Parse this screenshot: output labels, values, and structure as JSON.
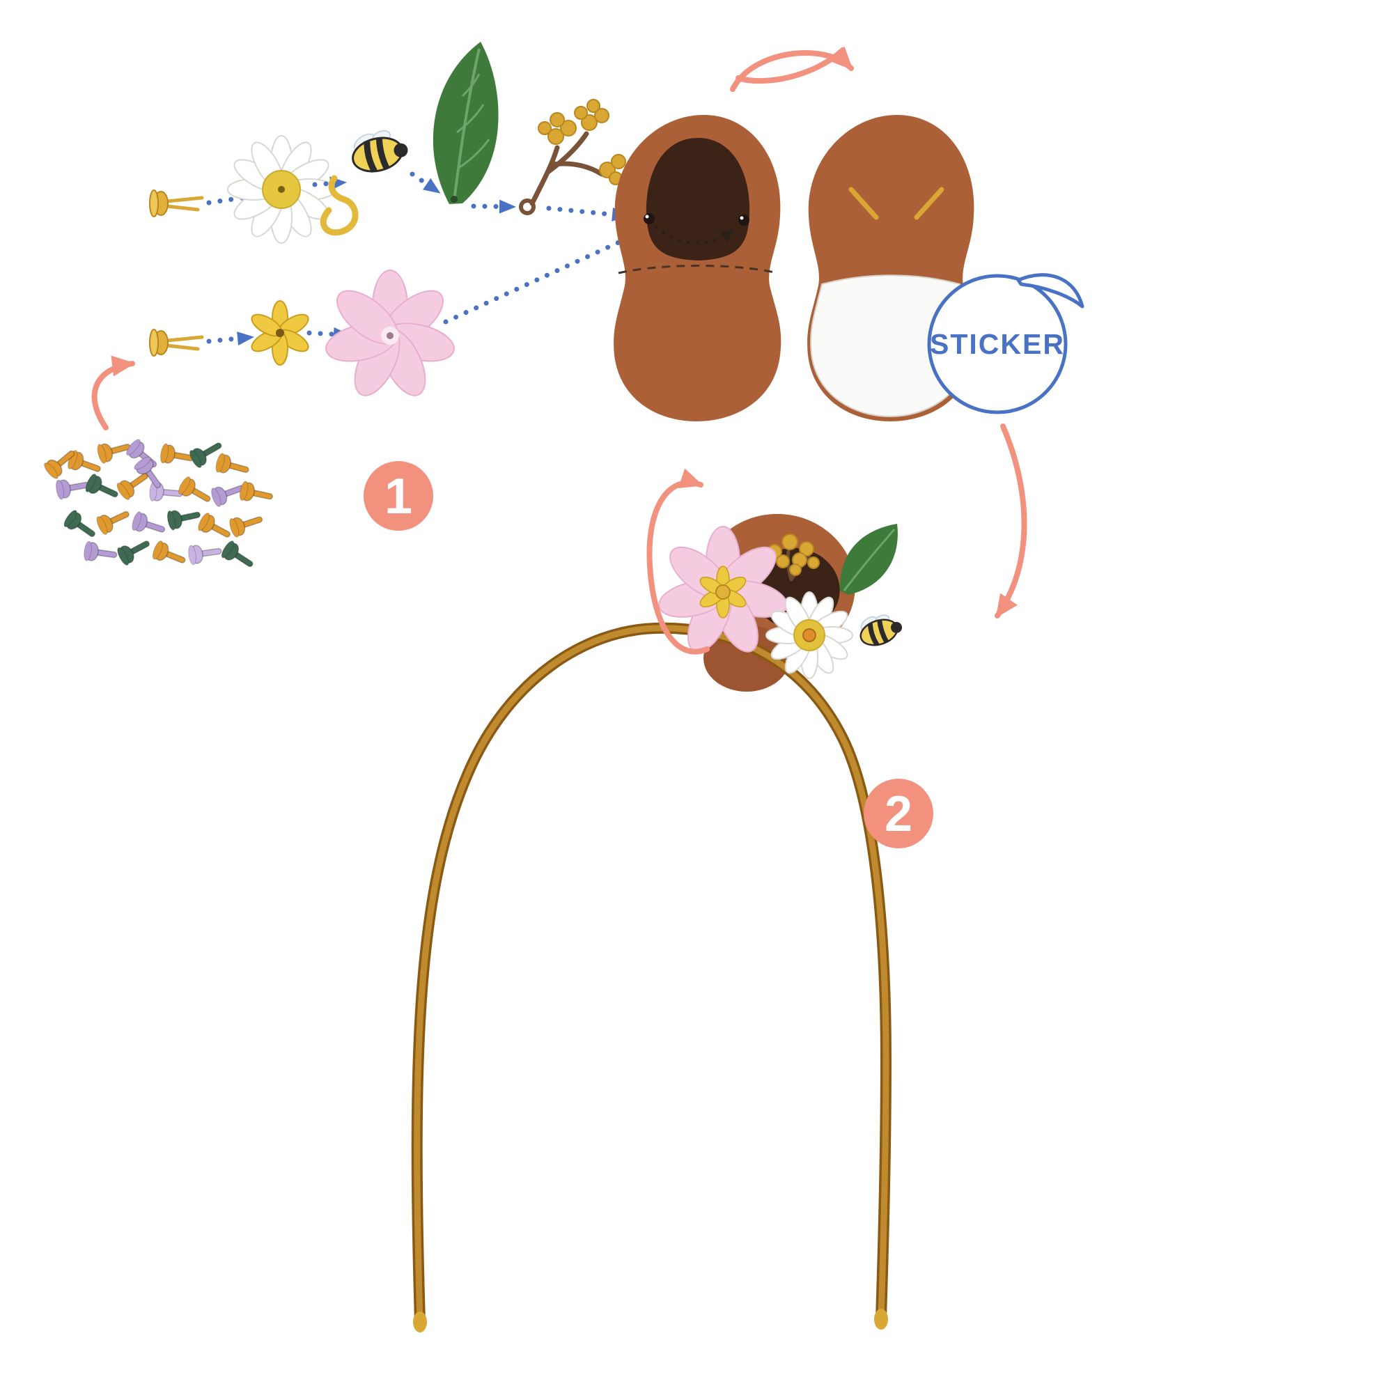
{
  "labels": {
    "step_1": "1",
    "step_2": "2",
    "sticker": "STICKER"
  },
  "colors": {
    "background": "#ffffff",
    "accent_coral": "#F2917E",
    "dotted_line_blue": "#4A72C4",
    "sticker_blue": "#4A72C4",
    "felt_brown": "#AC6038",
    "inner_ear_brown": "#3C2317",
    "leaf_green": "#3E7A3A",
    "daisy_center_yellow": "#E5C63F",
    "pink_flower": "#F5CBE0",
    "small_flower_yellow": "#EFC93F",
    "brad_gold": "#D9A733",
    "brad_orange": "#E0992F",
    "brad_purple": "#B59BD4",
    "brad_green": "#3F6B52",
    "headband_gold": "#B5791F"
  },
  "icons": {
    "brad_pin": "brad-pin-icon",
    "daisy": "daisy-flower-icon",
    "bee": "bee-icon",
    "leaf": "leaf-icon",
    "blossom_branch": "blossom-branch-icon",
    "yellow_flower": "yellow-flower-icon",
    "pink_flower": "pink-flower-icon",
    "brads_pile": "brads-pile",
    "ear_front": "ear-front-piece",
    "ear_back": "ear-back-piece",
    "flip_arrow": "flip-arrow-icon",
    "sticker_badge": "sticker-badge",
    "headband": "headband",
    "assembled_ear": "assembled-ear",
    "wrap_arrow": "wrap-arrow-icon"
  }
}
